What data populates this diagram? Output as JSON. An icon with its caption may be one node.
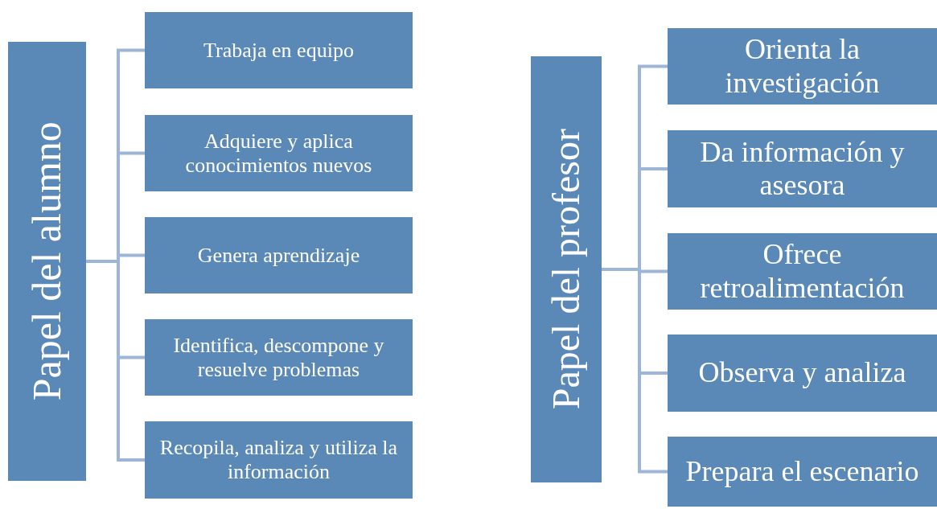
{
  "diagram": {
    "nodes": [
      {
        "text": [
          "Papel del alumno"
        ]
      },
      {
        "text": [
          "Trabaja en equipo"
        ]
      },
      {
        "text": [
          "Adquiere y aplica conocimientos nuevos"
        ]
      },
      {
        "text": [
          "Genera aprendizaje"
        ]
      },
      {
        "text": [
          "Identifica, descompone y resuelve problemas"
        ]
      },
      {
        "text": [
          "Recopila, analiza y utiliza la información"
        ]
      },
      {
        "text": [
          "Papel del profesor"
        ]
      },
      {
        "text": [
          "Orienta la investigación"
        ]
      },
      {
        "text": [
          "Da información y asesora"
        ]
      },
      {
        "text": [
          "Ofrece retroalimentación"
        ]
      },
      {
        "text": [
          "Observa y analiza"
        ]
      },
      {
        "text": [
          "Prepara el escenario"
        ]
      }
    ],
    "edges": [
      {
        "from": 0,
        "to": 1,
        "arrow": "none"
      },
      {
        "from": 0,
        "to": 2,
        "arrow": "none"
      },
      {
        "from": 0,
        "to": 3,
        "arrow": "none"
      },
      {
        "from": 0,
        "to": 4,
        "arrow": "none"
      },
      {
        "from": 0,
        "to": 5,
        "arrow": "none"
      },
      {
        "from": 6,
        "to": 7,
        "arrow": "none"
      },
      {
        "from": 6,
        "to": 8,
        "arrow": "none"
      },
      {
        "from": 6,
        "to": 9,
        "arrow": "none"
      },
      {
        "from": 6,
        "to": 10,
        "arrow": "none"
      },
      {
        "from": 6,
        "to": 11,
        "arrow": "none"
      }
    ]
  }
}
